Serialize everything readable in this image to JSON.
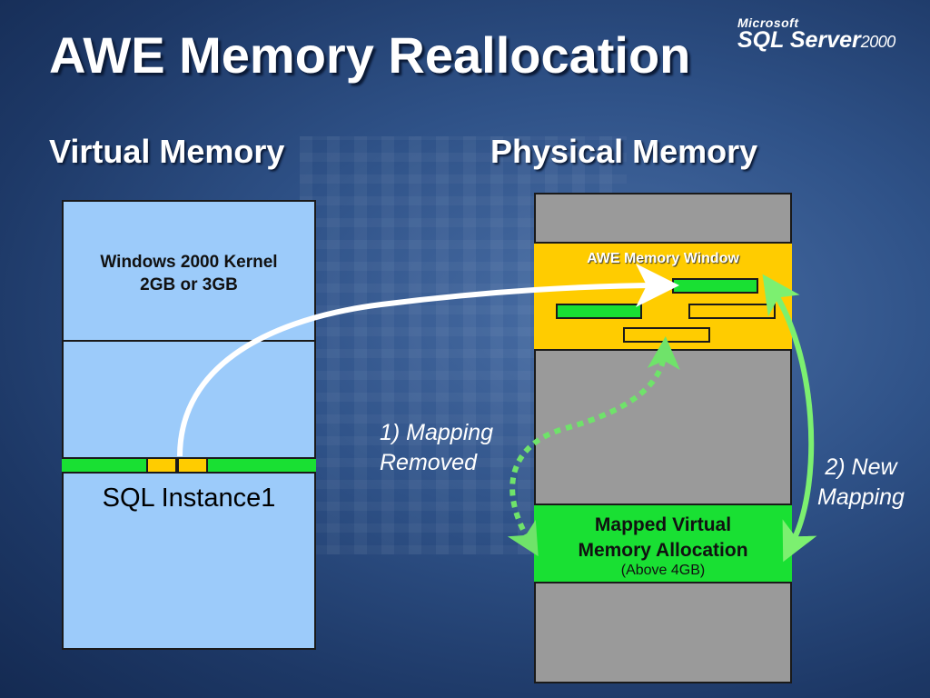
{
  "slide": {
    "title": "AWE Memory Reallocation",
    "logo": {
      "company": "Microsoft",
      "product": "SQL Server",
      "version": "2000"
    }
  },
  "virtual_memory": {
    "heading": "Virtual Memory",
    "kernel_line1": "Windows 2000 Kernel",
    "kernel_line2": "2GB or 3GB",
    "instance_label": "SQL Instance1"
  },
  "physical_memory": {
    "heading": "Physical Memory",
    "awe_window_label": "AWE Memory Window",
    "mapped_line1": "Mapped Virtual",
    "mapped_line2": "Memory Allocation",
    "mapped_note": "(Above 4GB)"
  },
  "notes": {
    "removed_line1": "1) Mapping",
    "removed_line2": "Removed",
    "new_line1": "2) New",
    "new_line2": "Mapping"
  },
  "colors": {
    "virtual_fill": "#9ccbfa",
    "physical_fill": "#9a9a9a",
    "awe_fill": "#ffcc00",
    "mapped_fill": "#19e033",
    "dotted_arrow": "#6fe36a",
    "solid_arrow_white": "#ffffff",
    "solid_arrow_green": "#7cf070"
  }
}
